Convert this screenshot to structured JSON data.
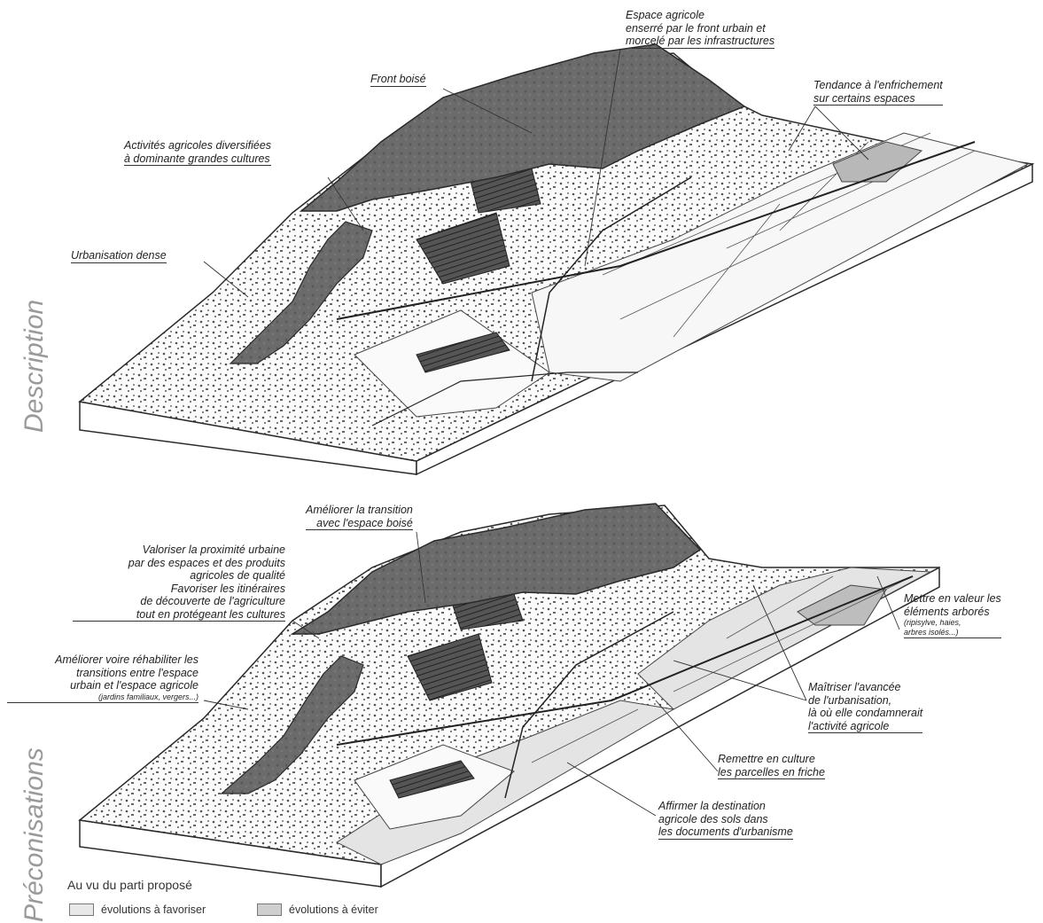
{
  "side_titles": {
    "top": "Description",
    "bottom": "Préconisations"
  },
  "top_labels": {
    "espace_agricole": [
      "Espace agricole",
      "enserré par le front urbain et",
      "morcelé par les infrastructures"
    ],
    "front_boise": [
      "Front boisé"
    ],
    "enfrichement": [
      "Tendance à l'enfrichement",
      "sur certains espaces"
    ],
    "activites": [
      "Activités agricoles diversifiées",
      "à dominante grandes cultures"
    ],
    "urbanisation": [
      "Urbanisation dense"
    ]
  },
  "bottom_labels": {
    "transition": [
      "Améliorer la transition",
      "avec l'espace boisé"
    ],
    "valoriser": [
      "Valoriser la proximité urbaine",
      "par des espaces et des produits",
      "agricoles de qualité",
      "Favoriser les itinéraires",
      "de découverte de l'agriculture",
      "tout en protégeant les cultures"
    ],
    "ameliorer": [
      "Améliorer voire réhabiliter les",
      "transitions entre l'espace",
      "urbain et l'espace agricole"
    ],
    "ameliorer_note": "(jardins familiaux, vergers...)",
    "arbores": [
      "Mettre en valeur les",
      "éléments arborés"
    ],
    "arbores_note": [
      "(ripisylve, haies,",
      "arbres isolés...)"
    ],
    "maitriser": [
      "Maîtriser l'avancée",
      "de l'urbanisation,",
      "là où elle condamnerait",
      "l'activité agricole"
    ],
    "remettre": [
      "Remettre en culture",
      "les parcelles en friche"
    ],
    "affirmer": [
      "Affirmer la destination",
      "agricole des sols dans",
      "les documents d'urbanisme"
    ]
  },
  "legend": {
    "title": "Au vu du parti proposé",
    "items": [
      {
        "label": "évolutions à favoriser",
        "color": "#e8e8e8"
      },
      {
        "label": "évolutions à éviter",
        "color": "#cfcfcf"
      }
    ]
  },
  "colors": {
    "forest": "#6d6d6d",
    "block_side": "#ffffff",
    "outline": "#2a2a2a",
    "favor": "#e2e2e2",
    "avoid": "#c9c9c9"
  }
}
